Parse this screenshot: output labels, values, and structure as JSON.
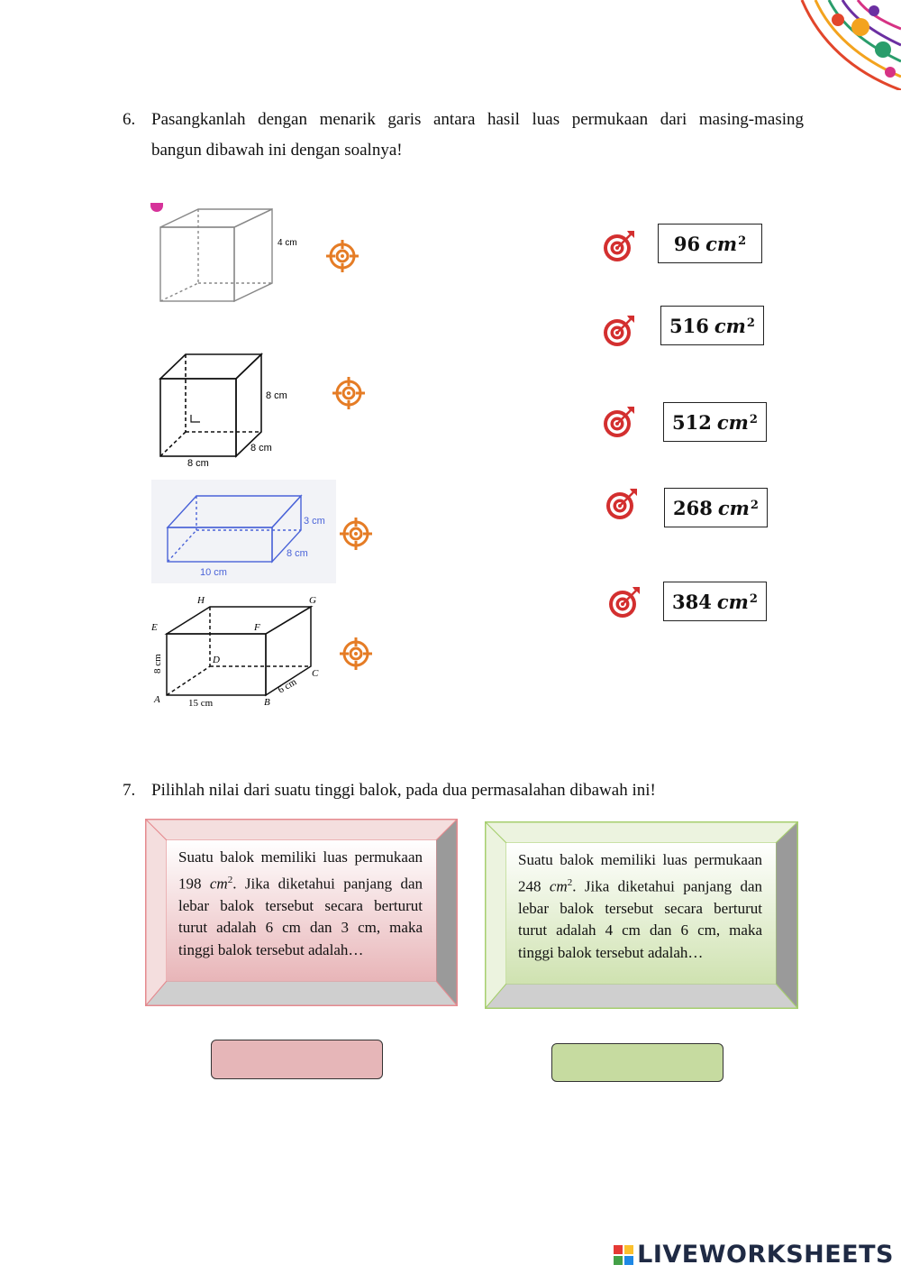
{
  "question6": {
    "number": "6.",
    "line1": "Pasangkanlah dengan menarik garis antara hasil luas permukaan dari masing-masing",
    "line2": "bangun dibawah ini dengan soalnya!"
  },
  "shapes": [
    {
      "labels": [
        "4 cm"
      ]
    },
    {
      "labels": [
        "8 cm",
        "8 cm",
        "8 cm"
      ]
    },
    {
      "labels": [
        "3 cm",
        "8 cm",
        "10 cm"
      ]
    },
    {
      "labels": [
        "H",
        "G",
        "E",
        "F",
        "D",
        "C",
        "A",
        "B",
        "8 cm",
        "15 cm",
        "6 cm"
      ]
    }
  ],
  "answers": [
    {
      "value": "96",
      "unit": "cm",
      "exp": "2"
    },
    {
      "value": "516",
      "unit": "cm",
      "exp": "2"
    },
    {
      "value": "512",
      "unit": "cm",
      "exp": "2"
    },
    {
      "value": "268",
      "unit": "cm",
      "exp": "2"
    },
    {
      "value": "384",
      "unit": "cm",
      "exp": "2"
    }
  ],
  "question7": {
    "number": "7.",
    "text": "Pilihlah nilai dari suatu tinggi balok, pada dua permasalahan dibawah ini!"
  },
  "problems": [
    {
      "text_before": "Suatu balok memiliki luas permukaan 198 ",
      "unit": "cm",
      "exp": "2",
      "text_after": ". Jika diketahui panjang dan lebar balok tersebut secara berturut turut adalah 6 cm dan 3 cm, maka tinggi balok tersebut adalah…",
      "color": "#e6b6b8"
    },
    {
      "text_before": "Suatu balok memiliki luas permukaan 248 ",
      "unit": "cm",
      "exp": "2",
      "text_after": ". Jika diketahui panjang dan lebar balok tersebut secara berturut turut adalah 4 cm dan 6 cm, maka tinggi balok tersebut adalah…",
      "color": "#c6dba0"
    }
  ],
  "answer_fields": [
    {
      "value": "",
      "color": "#e6b6b8"
    },
    {
      "value": "",
      "color": "#c6dba0"
    }
  ],
  "brand": {
    "text": "LIVEWORKSHEETS",
    "icon": "liveworksheets-logo-icon"
  },
  "decoration": {
    "icon": "mandala-corner-icon"
  },
  "target_icon": "target-icon"
}
